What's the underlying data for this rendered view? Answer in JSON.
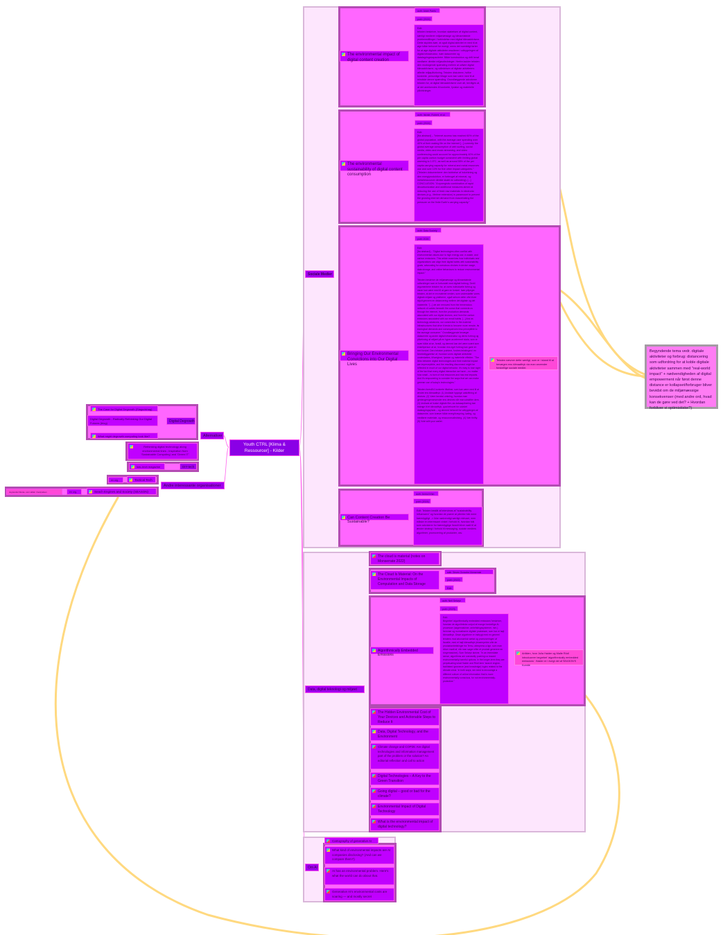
{
  "central": {
    "label": "Youth CTRL [Klima & Ressourcer] - Kilder"
  },
  "left": {
    "alternativer": {
      "label": "Alternativer",
      "digital_degrowth": {
        "label": "Digital Degrowth",
        "items": [
          "The Case for Digital Degrowth (Slagudshag)",
          "Digital Degrowth - Radically Rethinking Our Digital Futures (blog)",
          "What might degrowth computing look like?"
        ]
      },
      "rethinking": "Rethinking digital technology along environmental lines - inspiration from 'Sustainable Computing' and 'Green IT'",
      "diy_tech": {
        "label": "DIY-tech",
        "item": "low–tech magazine"
      }
    },
    "orgs": {
      "label": "Andre interessante organisationer",
      "tactical_tech": {
        "label": "Tactical Tech",
        "tag": "en org."
      },
      "season": {
        "label": "Seach Engines and Society (SEASON)",
        "tag": "en org.",
        "note": "Jeg kender Renée, som sidder i bestyrelsen"
      }
    }
  },
  "sociale_medier": {
    "label": "Sociale Medier",
    "sources": [
      {
        "title": "The environmental impact of digital content creation",
        "auth": "auth: Adah Parris",
        "publ": "publ: (2024)",
        "note": "Edit:\nteksten beskriver, hvordan skabelsen af digital content, særligt medierer miljømæssige og klimarelatede problemstillinger i forbindelse med digital klimaaktivisme. Dette skyldes især, at også digital aktivitet er med til at øge både behovet for energi, mens det samtidigt førter for at øge digitale aktiviteter resulterer i udbygningen af digital infrastruktur, især datacentre og datalagringskapaciteter. Både konstruktion og drift heraf medfører direkte miljøudledninger. Herfra tackler teksten den modsigende spænding mellem at udføre digital klimaaktivisme, og udledelsen af digitale aktiviteters afledte miljøpåvirkning. Teksten diskuterer, hvilke konkrete, personlige tiltage som kan være med til at mindske denne spænding. Grundlæggende advokerer teksten for, at digital klimaaktivisme over alt, bevillges at, at det anerkendes til konkrete, fysiske og materielle påvirkninger."
      },
      {
        "title": "The environmental sustainability of digital content consumption",
        "auth": "auth: Istrate, Robert, et al.",
        "publ": "publ: (2024)",
        "note": "Edit:\n[fra abstract] – \"Internet access has reached 60% of the global population, with the average user spending over 40% of their waking life on the internet [...] currently the global average consumption of web surfing, social media, video and music streaming, and video conferencing could account for approximately 40% of the per capita carbon budget consistent with limiting global warming to 1.5°C, as well as around 55% of the per capita carrying capacity for mineral and metal resources use and over 10% for five other impact categories.\" (Teksten dokumenterer den kobbelse af indvirkning og den energiproduktion, er forbruget af mineral- og metalressourcer direkte skabt en udfordring). [...] CONCLUSION: \"A synergistic combination of rapid decarbonization and additional measures aimed at reducing the use of fresh raw materials in electronic devices (e.g., lifetime extension) is paramount to prevent the growing internet demand from exacerbating the pressure on the finite Earth's carrying capacity.\""
      },
      {
        "title": "Bringing Our Environmental Convictions into Our Digital Lives",
        "auth": "auth: Data Society",
        "publ": "publ: 2024",
        "note": "Edit:\n[fra abstract] – \"Digital technologies often conflict with environmental values due to high energy use, e-waste, and carbon emissions. This article examines how individuals and organizations can align their digital habits with sustainability goals, advocating for conscious choices in device usage, data storage, and online behaviours to reduce environmental impact.\"\n\nTeksten beskriver de miljømæssige og klimarelatede udfordringer som er forbundet med digitalt forbrug. Dertil argumenterer teksten for, at vores individuelle forbrug og vaner kan være med til at gøre en forskel. Især påpeger teksten, at det er en materiel verden, som understøtter vores digitale miljøer og platforme, også selvom dette ofte bliver skjult gennem en distancering mellem det digitale og det materielle. \"[...] we are removed from the tremendous network of cables beneath the ocean that connects us through the internet, from the production demands associated with our digital devices, and from the carbon emissions associated with our email habits. [...] And as technology advances, our connection to the material infrastructures that drive it tends to become more remote, its ecological demands and consequences less perceptible to the average consumer.\" Grundlæggende bevæger datacentre og andre digital infrastruktur og deres forbrug og påvirkning af miljøet på en hyper-accelereret skala, som er svær både at se, forstå, og dermed kan det være svært som enkeltperson at se, hvordan ens eget forbrug kan gøre en reel forskel. Dero teksten pointere, fordres tekstingen i en bevidstliggørelse af, hvordan vores digitale aktiviteter understøttes, tilhørighed, fysiske og materielle effekter: \"The links between digital technologies and their material impact are imperceptible, and the resulting disconnect might be reflected in much of our digital behavior. It's easy to lose sight of the fact that every digital interaction we have – no matter how small – is born of real resources and has real impacts. And it's empowering to consider the ways that we can make greener use of today's technologies.\"\n\nTeksten foreslå 6 konkrete tiltaliner, som kan være med til at ændre ens klimaaftryk: (1) Undlade hyppige udskiftning af devices. (2) Være bevidst omkring, hvordan man genbruger/genanvender ens devices når man udskifter dem. (3) Undlade at huske digitale filer, da datasaplinering kan bidrage til et klimaaftryk, qua behovet for udvidet datalagringsplads – og dermed behovet for udbygningen af datacentre, som kræver både energiforsyning, køling, og medfører materiale- og ressourceudledning. (4) Vær thrifty. (5) Vote with your wallet."
      },
      {
        "title": "Can Content Creation Be Sustainable?",
        "auth": "auth: Anmol Irfan",
        "publ": "publ: (2024)",
        "note": "Edit: Teksten består af interviews af \"sustainability influencers\" og hvordan de prøver at påvirke folk mere bæredygtigt. -> Ikke nødvendigt særligt relevant, men måske en interessant vinkel i forhold til, hvordan folk som advokerer for bæredygtige livsstil bliver nødt til at ændre strategi i forhold til messaging, sociale mediers algoritmer, promovering af produkter, osv."
      }
    ],
    "callout": "Teksten nævner dette særligt, som er i stand til at bevægen ens klimaaftryk via man anvender forskellige sociale medier."
  },
  "summary_note": "Begyndende tema vedr. digitale aktiviteter og forbrug: distancering som udfordring for at koble digitale aktiviteter sammen med \"real-world impact\" + nødvendigheden af digital empowerment når først denne distance er kollapset/forbruger bliver bevidst om de miljømæssige konsekvenser (med andre ord, hvad kan de gøre ved det? + Hvordan forbliver vi optimistiske?)",
  "data_digital": {
    "label": "Data, digital teknologi og miljøet",
    "cloud_notes": "The cloud is material (notes on Monserrate 2022)",
    "cloud_material": {
      "title": "The Cloud Is Material: On the Environmental Impacts of Computation and Data Storage",
      "auth": "auth: Steven Gonzalez Monserrate",
      "publ": "publ: (2022)",
      "edit": "Edit:"
    },
    "algorithmic": {
      "title": "Algorithmically Embedded Emissions",
      "auth": "auth: Neil Selwyn",
      "publ": "publ: (2023)",
      "note": "Edit:\nBegrebet 'algorithmically embedded emissions' beskriver, hvordan de algoritmiske output af mange forskellige AI-processer (søgemaskiner, anbefalingssystemer, mm.) fremmer og normaliserer digitale praksisser, som har et højt klimaaftryk. Disse algoritmer er indbygt med en generel tendens mod økonomisk vækst og promoveringen af livsstile, med et højt klimaaftryk (eksempelvis ville de produktanbefalinger fra Temu, aliexpress a.lign. som man bliver mødt af, når man søger efter et produkt generere en s'egemaskine). Som Selwyn skriver, \"In an immediate sense, algorithms are constantly pushing us toward environmentally-harmful options. In the longer-term they are perpetuating what Haider and Rödl term 'search engine-facilitated ignorance (and knowledge) logics related to the climate crisis.' In both ways, we need to encourage a different culture of online information that is more environmentally conscious, for not environmentally-protective.\""
    },
    "algorithmic_callout": "Artiklen, hvor Julia Haider og Malte Rödl introducerer begrebet 'algorithmically embedded emissions'. Haider er i övrigt del af SEASON'S Komité",
    "items": [
      "The Hidden Environmental Cost of Your Devices and Actionable Steps to Reduce It",
      "Data, Digital Technology, and the Environment",
      "Climate change and COP26: Are digital technologies and information management part of the problem or the solution? An editorial reflection and call to action",
      "Digital Technologies – A Key to the Green Transition",
      "Going digital – good or bad for the climate?",
      "Environmental Impact of Digital Technology",
      "What is the environmental impact of digital technology?"
    ]
  },
  "om_ai": {
    "label": "Om AI",
    "items": [
      "Cartography of generative AI",
      "What kind of environmental impacts are AI companies disclosing? (And can we compare them?)",
      "AI has an environmental problem. Here's what the world can do about that.",
      "Generative AI's environmental costs are soaring — and mostly secret"
    ]
  },
  "colors": {
    "region_bg": "#fde6fd",
    "group_bg": "#ff66ff",
    "topic_bg": "#c000ff",
    "central_bg": "#8a00e6",
    "relation_line": "#ffd980",
    "connector": "#ff66ee"
  }
}
